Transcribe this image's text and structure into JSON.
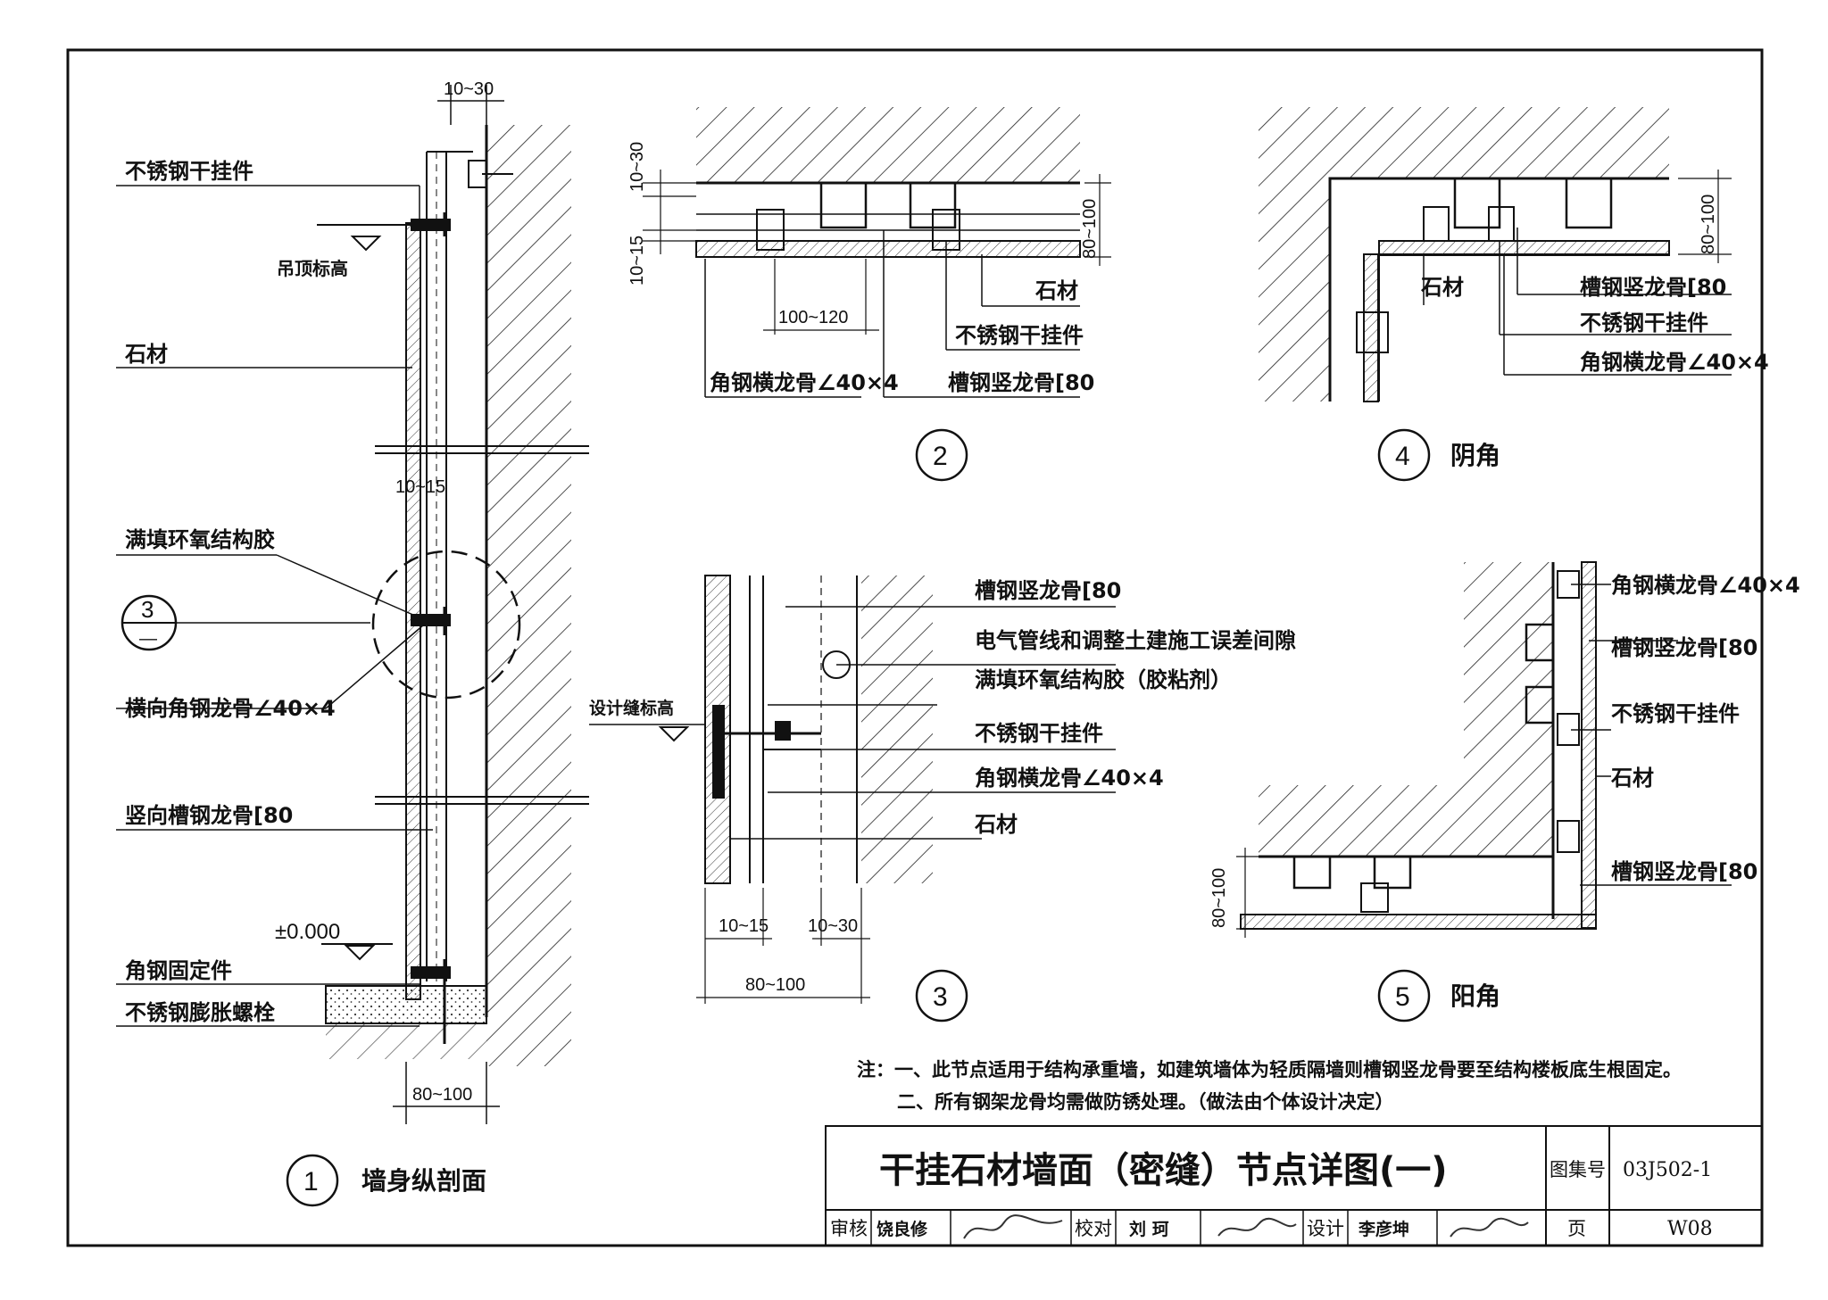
{
  "detail1": {
    "labels": [
      "不锈钢干挂件",
      "吊顶标高",
      "石材",
      "满填环氧结构胶",
      "横向角钢龙骨∠40×4",
      "竖向槽钢龙骨[80",
      "角钢固定件",
      "不锈钢膨胀螺栓"
    ],
    "elevation": "±0.000",
    "dims": [
      "10~30",
      "10~15",
      "80~100"
    ],
    "ref_num": "3",
    "ref_sub": "—",
    "caption_num": "1",
    "caption": "墙身纵剖面"
  },
  "detail2": {
    "labels": [
      "石材",
      "不锈钢干挂件",
      "槽钢竖龙骨[80",
      "角钢横龙骨∠40×4"
    ],
    "dims": [
      "10~30",
      "10~15",
      "100~120",
      "80~100"
    ],
    "caption_num": "2"
  },
  "detail3": {
    "labels": [
      "槽钢竖龙骨[80",
      "电气管线和调整土建施工误差间隙",
      "满填环氧结构胶（胶粘剂）",
      "不锈钢干挂件",
      "角钢横龙骨∠40×4",
      "石材"
    ],
    "level_label": "设计缝标高",
    "dims": [
      "10~15",
      "10~30",
      "80~100"
    ],
    "caption_num": "3"
  },
  "detail4": {
    "labels": [
      "石材",
      "槽钢竖龙骨[80",
      "不锈钢干挂件",
      "角钢横龙骨∠40×4"
    ],
    "dims": [
      "80~100"
    ],
    "caption_num": "4",
    "caption": "阴角"
  },
  "detail5": {
    "labels": [
      "角钢横龙骨∠40×4",
      "槽钢竖龙骨[80",
      "不锈钢干挂件",
      "石材",
      "槽钢竖龙骨[80"
    ],
    "dims": [
      "80~100"
    ],
    "caption_num": "5",
    "caption": "阳角"
  },
  "notes": [
    "注：一、此节点适用于结构承重墙，如建筑墙体为轻质隔墙则槽钢竖龙骨要至结构楼板底生根固定。",
    "二、所有钢架龙骨均需做防锈处理。（做法由个体设计决定）"
  ],
  "title_block": {
    "title": "干挂石材墙面（密缝）节点详图(一)",
    "atlas_label": "图集号",
    "atlas_no": "03J502-1",
    "page_label": "页",
    "page_no": "W08",
    "review_label": "审核",
    "reviewer": "饶良修",
    "check_label": "校对",
    "checker": "刘 珂",
    "design_label": "设计",
    "designer": "李彦坤"
  }
}
